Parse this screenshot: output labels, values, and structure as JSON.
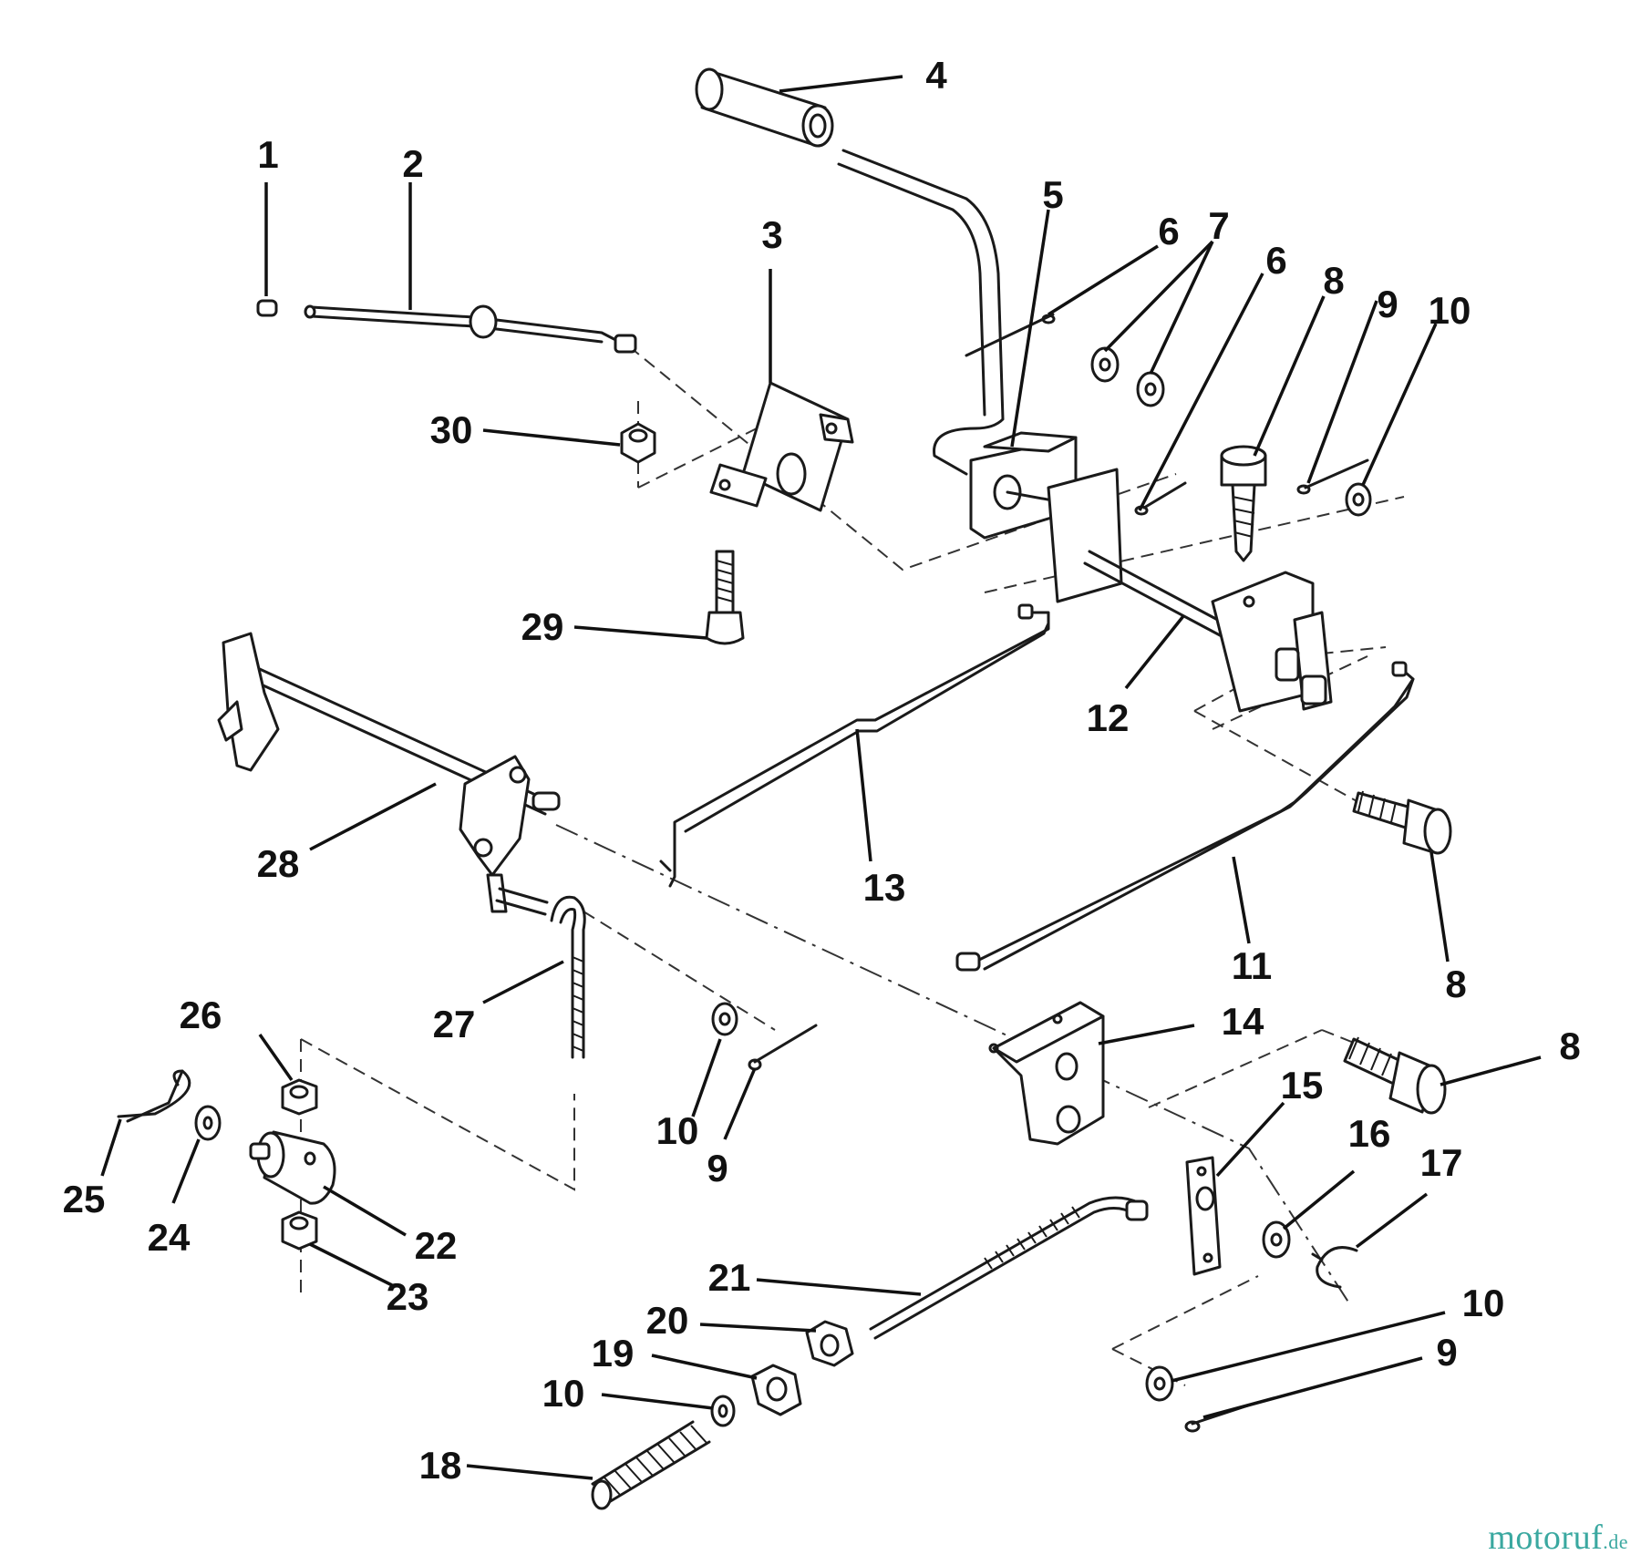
{
  "callouts": [
    "1",
    "2",
    "3",
    "4",
    "5",
    "6",
    "7",
    "6",
    "8",
    "9",
    "10",
    "30",
    "29",
    "12",
    "28",
    "13",
    "11",
    "8",
    "27",
    "26",
    "25",
    "24",
    "22",
    "23",
    "10",
    "9",
    "14",
    "8",
    "15",
    "16",
    "17",
    "21",
    "20",
    "19",
    "10",
    "18",
    "10",
    "9"
  ],
  "watermark": {
    "name": "motoruf",
    "suffix": ".de",
    "color": "#3aa8a0"
  }
}
